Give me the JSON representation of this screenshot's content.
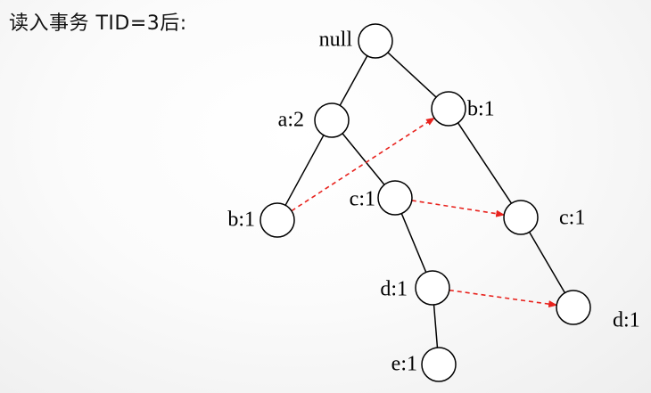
{
  "title": "读入事务 TID=3后:",
  "tree": {
    "nodes": [
      {
        "id": "root",
        "label": "null"
      },
      {
        "id": "a",
        "label": "a:2"
      },
      {
        "id": "b1",
        "label": "b:1"
      },
      {
        "id": "b2",
        "label": "b:1"
      },
      {
        "id": "c1",
        "label": "c:1"
      },
      {
        "id": "c2",
        "label": "c:1"
      },
      {
        "id": "d1",
        "label": "d:1"
      },
      {
        "id": "d2",
        "label": "d:1"
      },
      {
        "id": "e1",
        "label": "e:1"
      }
    ],
    "edges": [
      [
        "root",
        "a"
      ],
      [
        "root",
        "b1"
      ],
      [
        "a",
        "b2"
      ],
      [
        "a",
        "c1"
      ],
      [
        "c1",
        "d1"
      ],
      [
        "d1",
        "e1"
      ],
      [
        "b1",
        "c2"
      ],
      [
        "c2",
        "d2"
      ]
    ],
    "links": [
      [
        "b2",
        "b1"
      ],
      [
        "c1",
        "c2"
      ],
      [
        "d1",
        "d2"
      ]
    ]
  },
  "colors": {
    "link": "#e8231e",
    "edge": "#000000",
    "node_fill": "#ffffff"
  }
}
